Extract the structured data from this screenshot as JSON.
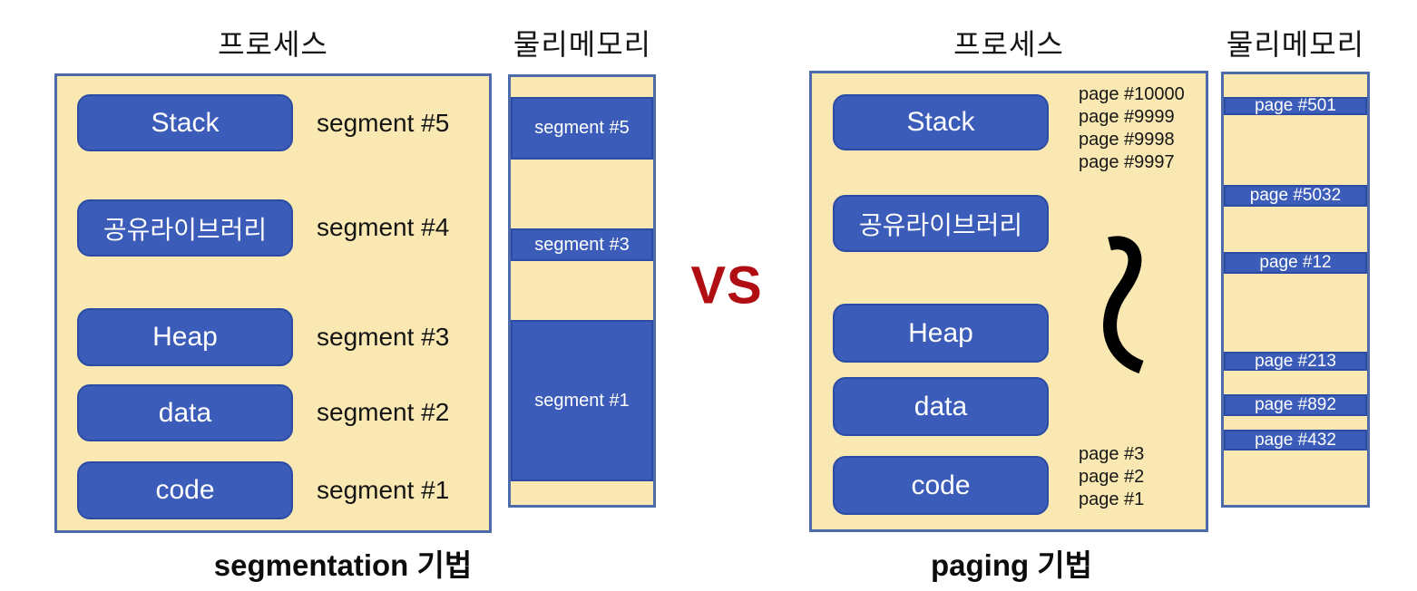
{
  "left": {
    "process_title": "프로세스",
    "memory_title": "물리메모리",
    "caption": "segmentation 기법",
    "process_items": [
      {
        "label": "Stack",
        "tag": "segment #5"
      },
      {
        "label": "공유라이브러리",
        "tag": "segment #4"
      },
      {
        "label": "Heap",
        "tag": "segment #3"
      },
      {
        "label": "data",
        "tag": "segment #2"
      },
      {
        "label": "code",
        "tag": "segment #1"
      }
    ],
    "memory_blocks": [
      "segment #5",
      "segment #3",
      "segment #1"
    ]
  },
  "vs_label": "VS",
  "right": {
    "process_title": "프로세스",
    "memory_title": "물리메모리",
    "caption": "paging 기법",
    "process_items": [
      {
        "label": "Stack"
      },
      {
        "label": "공유라이브러리"
      },
      {
        "label": "Heap"
      },
      {
        "label": "data"
      },
      {
        "label": "code"
      }
    ],
    "stack_pages": [
      "page #10000",
      "page #9999",
      "page #9998",
      "page #9997"
    ],
    "code_pages": [
      "page #3",
      "page #2",
      "page #1"
    ],
    "memory_blocks": [
      "page #501",
      "page #5032",
      "page #12",
      "page #213",
      "page #892",
      "page #432"
    ]
  },
  "colors": {
    "cream_fill": "#fae8b2",
    "block_blue": "#3b5cb8",
    "block_border_blue": "#2c4ba4",
    "panel_border_blue": "#4d6aab",
    "vs_red": "#b00e12",
    "text_black": "#141414"
  }
}
